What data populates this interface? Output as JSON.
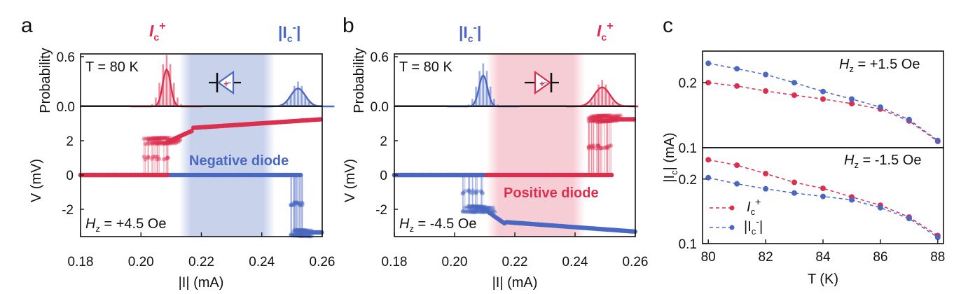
{
  "colors": {
    "red": "#dc2f4e",
    "blue": "#4a68c2",
    "blue_shade": "#c8d2ea",
    "red_shade": "#f7cdd5"
  },
  "chart_data": [
    {
      "panel": "a",
      "type": "line",
      "hist_title_left": "I",
      "hist_title_left_sub": "c",
      "hist_title_left_sup": "+",
      "hist_title_right": "|I",
      "hist_title_right_sub": "c",
      "hist_title_right_sup": "-",
      "hist_title_right_close": "|",
      "temperature_label": "T = 80 K",
      "field_label": "H",
      "field_sub": "z",
      "field_value": " = +4.5 Oe",
      "diode_label": "Negative diode",
      "diode_icon": "negative-diode-icon",
      "xlabel": "|I| (mA)",
      "ylabel_top": "Probability",
      "ylabel_bottom": "V (mV)",
      "xlim": [
        0.18,
        0.26
      ],
      "xticks": [
        "0.18",
        "0.20",
        "0.22",
        "0.24",
        "0.26"
      ],
      "yticks_top": [
        "0.6",
        "0.0"
      ],
      "yticks_bottom": [
        "2",
        "0",
        "-2"
      ],
      "shaded_region": [
        0.215,
        0.242
      ],
      "hist_pos_peak": 0.2085,
      "hist_neg_peak": 0.252,
      "positive_sweep": {
        "switch_range": [
          0.201,
          0.209
        ],
        "final_step": 0.2172,
        "v_low": 1.95,
        "v_mid": 2.75,
        "v_end": 3.25
      },
      "negative_sweep": {
        "switch_range": [
          0.249,
          0.2535
        ],
        "v_after": -3.35
      }
    },
    {
      "panel": "b",
      "type": "line",
      "hist_title_left": "|I",
      "hist_title_left_sub": "c",
      "hist_title_left_sup": "-",
      "hist_title_left_close": "|",
      "hist_title_right": "I",
      "hist_title_right_sub": "c",
      "hist_title_right_sup": "+",
      "temperature_label": "T = 80 K",
      "field_label": "H",
      "field_sub": "z",
      "field_value": " = -4.5 Oe",
      "diode_label": "Positive diode",
      "diode_icon": "positive-diode-icon",
      "xlabel": "|I| (mA)",
      "ylabel_top": "Probability",
      "ylabel_bottom": "V (mV)",
      "xlim": [
        0.18,
        0.26
      ],
      "xticks": [
        "0.18",
        "0.20",
        "0.22",
        "0.24",
        "0.26"
      ],
      "yticks_top": [
        "0.6",
        "0.0"
      ],
      "yticks_bottom": [
        "2",
        "0",
        "-2"
      ],
      "shaded_region": [
        0.213,
        0.241
      ],
      "hist_neg_peak": 0.2095,
      "hist_pos_peak": 0.249,
      "negative_sweep": {
        "switch_range": [
          0.201,
          0.2095
        ],
        "final_step": 0.2172,
        "v_low": -1.95,
        "v_mid": -2.75,
        "v_end": -3.3
      },
      "positive_sweep": {
        "switch_range": [
          0.2435,
          0.2525
        ],
        "v_after": 3.25
      }
    },
    {
      "panel": "c",
      "type": "line",
      "xlabel": "T (K)",
      "ylabel": "|I",
      "ylabel_sub": "c",
      "ylabel_tail": "| (mA)",
      "y_scale": "log",
      "xlim": [
        79.8,
        88.2
      ],
      "xticks": [
        "80",
        "82",
        "84",
        "86",
        "88"
      ],
      "top": {
        "label": "H",
        "label_sub": "z",
        "label_value": " = +1.5 Oe",
        "ylim": [
          0.1,
          0.28
        ],
        "yticks": [
          "0.2",
          "0.1"
        ],
        "x": [
          80,
          81,
          82,
          83,
          84,
          85,
          86,
          87,
          88
        ],
        "series": [
          {
            "name": "Ic+",
            "color": "red",
            "values": [
              0.2,
              0.193,
              0.183,
              0.175,
              0.168,
              0.16,
              0.151,
              0.133,
              0.107
            ]
          },
          {
            "name": "|Ic-|",
            "color": "blue",
            "values": [
              0.246,
              0.232,
              0.218,
              0.2,
              0.182,
              0.168,
              0.154,
              0.135,
              0.108
            ]
          }
        ]
      },
      "bottom": {
        "label": "H",
        "label_sub": "z",
        "label_value": " = -1.5 Oe",
        "ylim": [
          0.1,
          0.28
        ],
        "yticks": [
          "0.2",
          "0.1"
        ],
        "x": [
          80,
          81,
          82,
          83,
          84,
          85,
          86,
          87,
          88
        ],
        "series": [
          {
            "name": "Ic+",
            "color": "red",
            "values": [
              0.246,
              0.232,
              0.212,
              0.193,
              0.181,
              0.165,
              0.151,
              0.133,
              0.109
            ]
          },
          {
            "name": "|Ic-|",
            "color": "blue",
            "values": [
              0.203,
              0.19,
              0.18,
              0.172,
              0.166,
              0.16,
              0.147,
              0.131,
              0.107
            ]
          }
        ]
      },
      "legend": [
        {
          "base": "I",
          "sub": "c",
          "sup": "+",
          "close": "",
          "color": "red"
        },
        {
          "base": "|I",
          "sub": "c",
          "sup": "-",
          "close": "|",
          "color": "blue"
        }
      ]
    }
  ]
}
